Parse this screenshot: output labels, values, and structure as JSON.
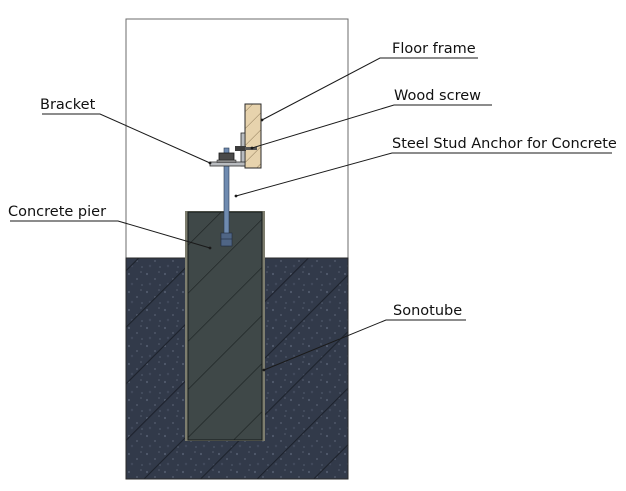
{
  "labels": {
    "floor_frame": "Floor frame",
    "wood_screw": "Wood screw",
    "bracket": "Bracket",
    "steel_stud_anchor": "Steel Stud Anchor for Concrete",
    "concrete_pier": "Concrete pier",
    "sonotube": "Sonotube"
  },
  "colors": {
    "soil": "#323a4a",
    "soil_hatch": "#1d222c",
    "pier": "#3f4848",
    "pier_hatch": "#1c2222",
    "wood": "#e7d3ad",
    "wood_hatch": "#8e7a58",
    "anchor": "#6f8bb0",
    "outline": "#2a2a2a"
  }
}
